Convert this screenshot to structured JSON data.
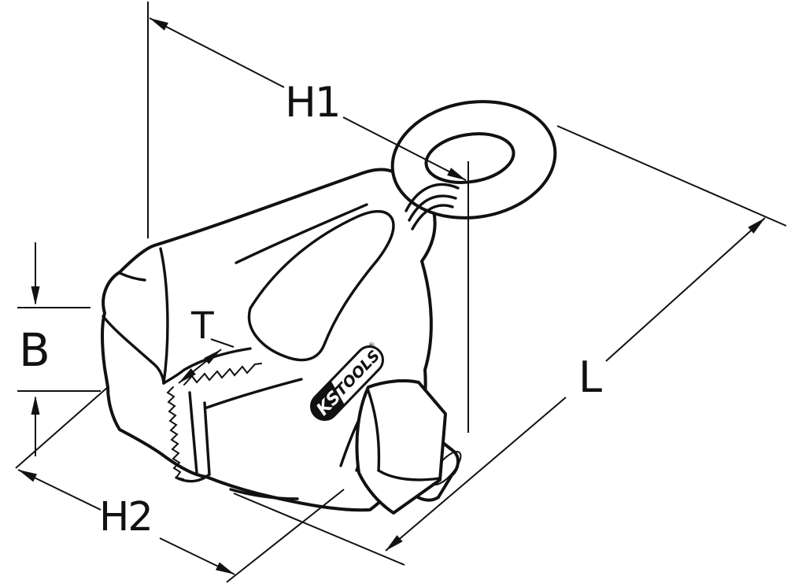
{
  "figure": {
    "kind": "technical line drawing",
    "background_color": "#ffffff",
    "line_color": "#111111"
  },
  "labels": {
    "h1": "H1",
    "h2": "H2",
    "b": "B",
    "t": "T",
    "l": "L"
  },
  "logo": {
    "prefix": "KS",
    "suffix": "TOOLS",
    "registered": "®"
  },
  "colors": {
    "line": "#111111",
    "background": "#ffffff",
    "logo_badge": "#111111",
    "logo_text": "#ffffff"
  }
}
